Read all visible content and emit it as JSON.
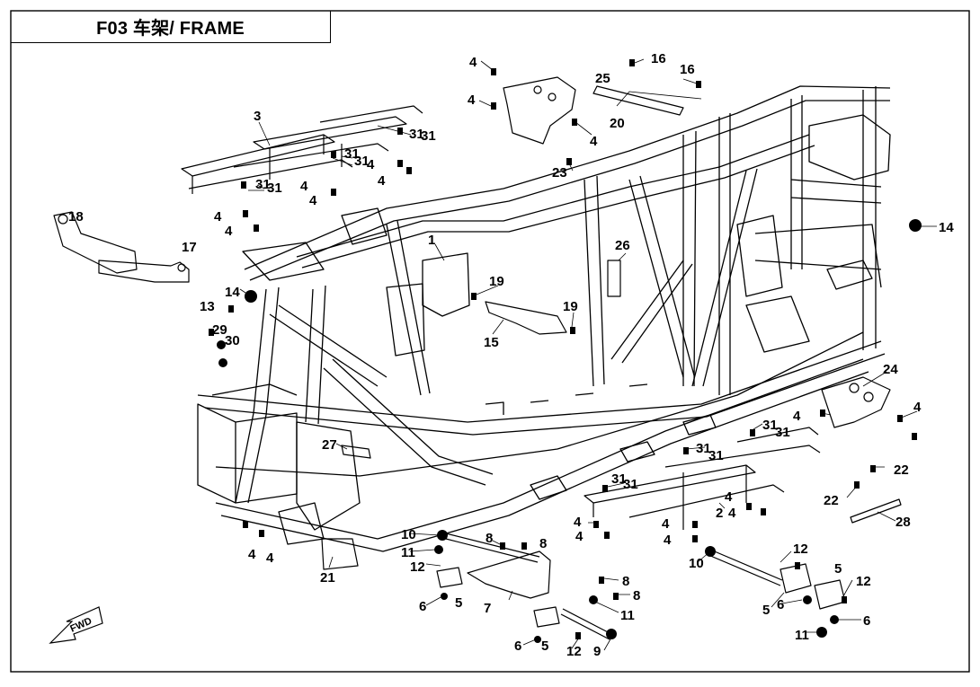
{
  "title": "F03 车架/ FRAME",
  "fwd_label": "FWD",
  "callouts": [
    {
      "id": "c-3",
      "text": "3"
    },
    {
      "id": "c-31a",
      "text": "31"
    },
    {
      "id": "c-31b",
      "text": "31"
    },
    {
      "id": "c-31c",
      "text": "31"
    },
    {
      "id": "c-31d",
      "text": "31"
    },
    {
      "id": "c-31e",
      "text": "31"
    },
    {
      "id": "c-31f",
      "text": "31"
    },
    {
      "id": "c-4a",
      "text": "4"
    },
    {
      "id": "c-4b",
      "text": "4"
    },
    {
      "id": "c-4c",
      "text": "4"
    },
    {
      "id": "c-4d",
      "text": "4"
    },
    {
      "id": "c-4e",
      "text": "4"
    },
    {
      "id": "c-4f",
      "text": "4"
    },
    {
      "id": "c-18",
      "text": "18"
    },
    {
      "id": "c-17",
      "text": "17"
    },
    {
      "id": "c-4g",
      "text": "4"
    },
    {
      "id": "c-4h",
      "text": "4"
    },
    {
      "id": "c-25",
      "text": "25"
    },
    {
      "id": "c-4i",
      "text": "4"
    },
    {
      "id": "c-20",
      "text": "20"
    },
    {
      "id": "c-16a",
      "text": "16"
    },
    {
      "id": "c-16b",
      "text": "16"
    },
    {
      "id": "c-23",
      "text": "23"
    },
    {
      "id": "c-14a",
      "text": "14"
    },
    {
      "id": "c-14b",
      "text": "14"
    },
    {
      "id": "c-1",
      "text": "1"
    },
    {
      "id": "c-26",
      "text": "26"
    },
    {
      "id": "c-19a",
      "text": "19"
    },
    {
      "id": "c-19b",
      "text": "19"
    },
    {
      "id": "c-15",
      "text": "15"
    },
    {
      "id": "c-13",
      "text": "13"
    },
    {
      "id": "c-29",
      "text": "29"
    },
    {
      "id": "c-30",
      "text": "30"
    },
    {
      "id": "c-24",
      "text": "24"
    },
    {
      "id": "c-4j",
      "text": "4"
    },
    {
      "id": "c-4k",
      "text": "4"
    },
    {
      "id": "c-31g",
      "text": "31"
    },
    {
      "id": "c-31h",
      "text": "31"
    },
    {
      "id": "c-31i",
      "text": "31"
    },
    {
      "id": "c-31j",
      "text": "31"
    },
    {
      "id": "c-31k",
      "text": "31"
    },
    {
      "id": "c-31l",
      "text": "31"
    },
    {
      "id": "c-22a",
      "text": "22"
    },
    {
      "id": "c-22b",
      "text": "22"
    },
    {
      "id": "c-28",
      "text": "28"
    },
    {
      "id": "c-27",
      "text": "27"
    },
    {
      "id": "c-2",
      "text": "2"
    },
    {
      "id": "c-4l",
      "text": "4"
    },
    {
      "id": "c-4m",
      "text": "4"
    },
    {
      "id": "c-4n",
      "text": "4"
    },
    {
      "id": "c-4o",
      "text": "4"
    },
    {
      "id": "c-4p",
      "text": "4"
    },
    {
      "id": "c-4q",
      "text": "4"
    },
    {
      "id": "c-4r",
      "text": "4"
    },
    {
      "id": "c-4s",
      "text": "4"
    },
    {
      "id": "c-21",
      "text": "21"
    },
    {
      "id": "c-10a",
      "text": "10"
    },
    {
      "id": "c-11a",
      "text": "11"
    },
    {
      "id": "c-12a",
      "text": "12"
    },
    {
      "id": "c-8a",
      "text": "8"
    },
    {
      "id": "c-8b",
      "text": "8"
    },
    {
      "id": "c-8c",
      "text": "8"
    },
    {
      "id": "c-8d",
      "text": "8"
    },
    {
      "id": "c-6a",
      "text": "6"
    },
    {
      "id": "c-5a",
      "text": "5"
    },
    {
      "id": "c-7",
      "text": "7"
    },
    {
      "id": "c-11b",
      "text": "11"
    },
    {
      "id": "c-6b",
      "text": "6"
    },
    {
      "id": "c-5b",
      "text": "5"
    },
    {
      "id": "c-12b",
      "text": "12"
    },
    {
      "id": "c-9",
      "text": "9"
    },
    {
      "id": "c-10b",
      "text": "10"
    },
    {
      "id": "c-12c",
      "text": "12"
    },
    {
      "id": "c-5c",
      "text": "5"
    },
    {
      "id": "c-12d",
      "text": "12"
    },
    {
      "id": "c-5d",
      "text": "5"
    },
    {
      "id": "c-6c",
      "text": "6"
    },
    {
      "id": "c-6d",
      "text": "6"
    },
    {
      "id": "c-11c",
      "text": "11"
    }
  ]
}
